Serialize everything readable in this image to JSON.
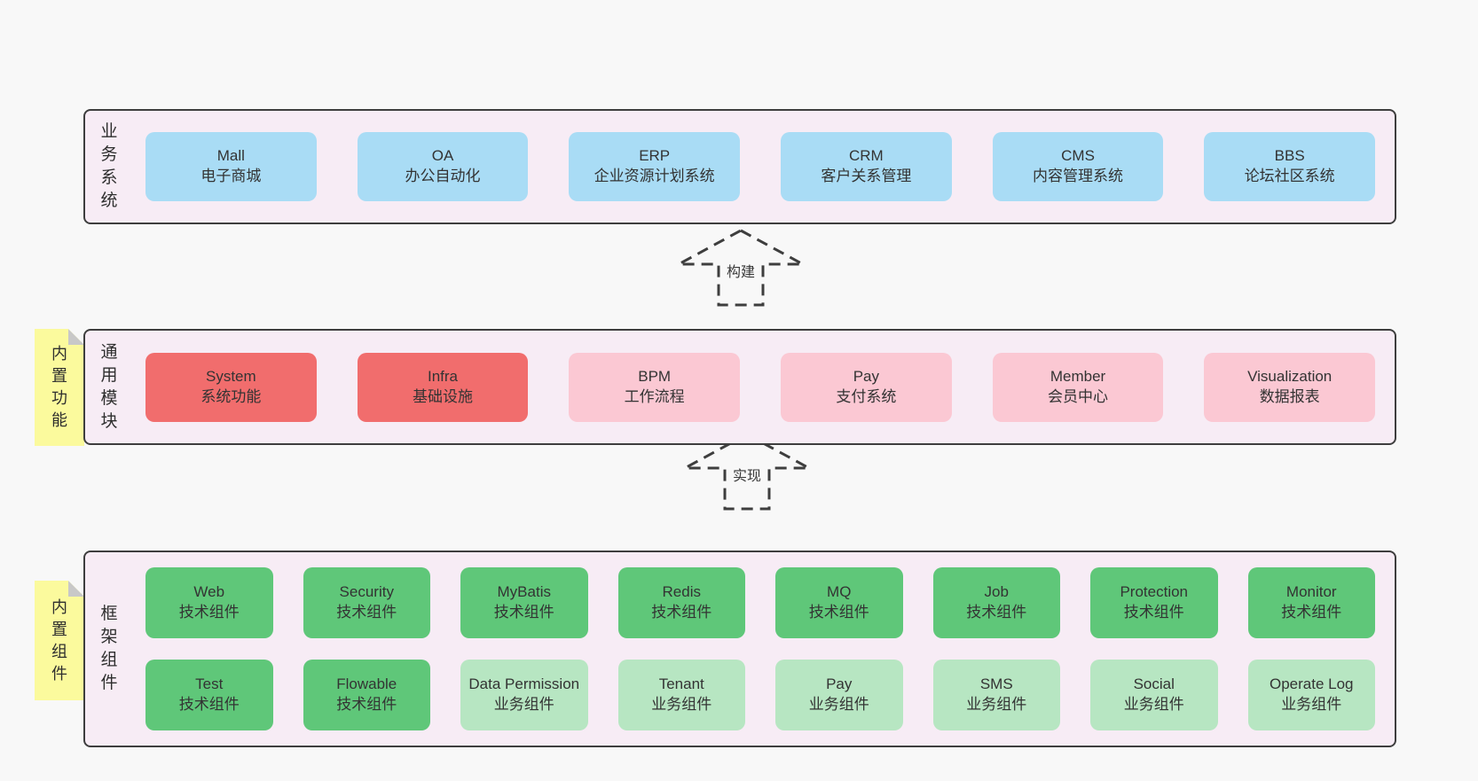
{
  "colors": {
    "page_bg": "#f8f8f8",
    "panel_bg": "#f7ecf5",
    "panel_border": "#3e3e3e",
    "blue": "#a9dcf5",
    "red": "#f16d6d",
    "pink": "#fbc8d3",
    "green": "#5fc779",
    "light_green": "#b7e6c2",
    "tag_bg": "#fbfa9d",
    "tag_fold": "#c8c8c8",
    "text": "#333333"
  },
  "layers": [
    {
      "side_label": "业务系统",
      "boxes": [
        {
          "name": "Mall",
          "desc": "电子商城"
        },
        {
          "name": "OA",
          "desc": "办公自动化"
        },
        {
          "name": "ERP",
          "desc": "企业资源计划系统"
        },
        {
          "name": "CRM",
          "desc": "客户关系管理"
        },
        {
          "name": "CMS",
          "desc": "内容管理系统"
        },
        {
          "name": "BBS",
          "desc": "论坛社区系统"
        }
      ]
    },
    {
      "side_label": "通用模块",
      "tag": "内置功能",
      "boxes": [
        {
          "name": "System",
          "desc": "系统功能"
        },
        {
          "name": "Infra",
          "desc": "基础设施"
        },
        {
          "name": "BPM",
          "desc": "工作流程"
        },
        {
          "name": "Pay",
          "desc": "支付系统"
        },
        {
          "name": "Member",
          "desc": "会员中心"
        },
        {
          "name": "Visualization",
          "desc": "数据报表"
        }
      ]
    },
    {
      "side_label": "框架组件",
      "tag": "内置组件",
      "rows": [
        [
          {
            "name": "Web",
            "desc": "技术组件"
          },
          {
            "name": "Security",
            "desc": "技术组件"
          },
          {
            "name": "MyBatis",
            "desc": "技术组件"
          },
          {
            "name": "Redis",
            "desc": "技术组件"
          },
          {
            "name": "MQ",
            "desc": "技术组件"
          },
          {
            "name": "Job",
            "desc": "技术组件"
          },
          {
            "name": "Protection",
            "desc": "技术组件"
          },
          {
            "name": "Monitor",
            "desc": "技术组件"
          }
        ],
        [
          {
            "name": "Test",
            "desc": "技术组件"
          },
          {
            "name": "Flowable",
            "desc": "技术组件"
          },
          {
            "name": "Data Permission",
            "desc": "业务组件"
          },
          {
            "name": "Tenant",
            "desc": "业务组件"
          },
          {
            "name": "Pay",
            "desc": "业务组件"
          },
          {
            "name": "SMS",
            "desc": "业务组件"
          },
          {
            "name": "Social",
            "desc": "业务组件"
          },
          {
            "name": "Operate Log",
            "desc": "业务组件"
          }
        ]
      ]
    }
  ],
  "arrows": [
    {
      "label": "构建"
    },
    {
      "label": "实现"
    }
  ]
}
